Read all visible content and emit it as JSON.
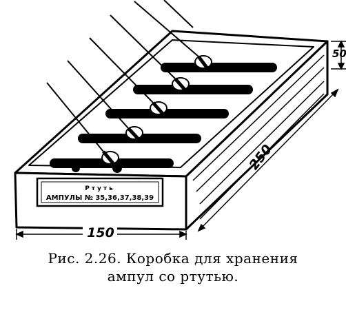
{
  "figure": {
    "label_line1": "Ртуть",
    "label_line2": "АМПУЛЫ № 35,36,37,38,39",
    "dimensions": {
      "height": "50",
      "length": "250",
      "width": "150"
    },
    "ampoule_count": 5
  },
  "caption": {
    "line1": "Рис. 2.26. Коробка для хранения",
    "line2": "ампул со ртутью."
  }
}
